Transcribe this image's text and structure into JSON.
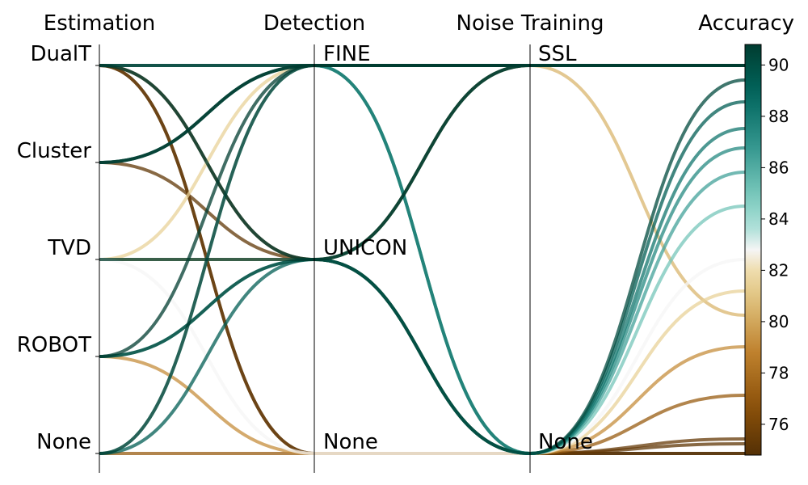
{
  "chart_data": {
    "type": "parallel_coordinates",
    "axes": [
      "Estimation",
      "Detection",
      "Noise Training",
      "Accuracy"
    ],
    "categories": {
      "Estimation": [
        "DualT",
        "Cluster",
        "TVD",
        "ROBOT",
        "None"
      ],
      "Detection": [
        "FINE",
        "UNICON",
        "None"
      ],
      "Noise Training": [
        "SSL",
        "None"
      ]
    },
    "accuracy_range": [
      74.8,
      90.8
    ],
    "colorbar": {
      "ticks": [
        76,
        78,
        80,
        82,
        84,
        86,
        88,
        90
      ],
      "colormap": "BrBG"
    },
    "records": [
      {
        "Estimation": "DualT",
        "Detection": "FINE",
        "Noise Training": "SSL",
        "Accuracy": 90.8
      },
      {
        "Estimation": "Cluster",
        "Detection": "FINE",
        "Noise Training": "SSL",
        "Accuracy": 90.8
      },
      {
        "Estimation": "Cluster",
        "Detection": "FINE",
        "Noise Training": "SSL",
        "Accuracy": 90.8
      },
      {
        "Estimation": "ROBOT",
        "Detection": "FINE",
        "Noise Training": "SSL",
        "Accuracy": 90.8
      },
      {
        "Estimation": "None",
        "Detection": "FINE",
        "Noise Training": "SSL",
        "Accuracy": 90.8
      },
      {
        "Estimation": "DualT",
        "Detection": "UNICON",
        "Noise Training": "SSL",
        "Accuracy": 90.8
      },
      {
        "Estimation": "TVD",
        "Detection": "UNICON",
        "Noise Training": "SSL",
        "Accuracy": 90.8
      },
      {
        "Estimation": "DualT",
        "Detection": "None",
        "Noise Training": "None",
        "Accuracy": 74.8
      },
      {
        "Estimation": "ROBOT",
        "Detection": "UNICON",
        "Noise Training": "None",
        "Accuracy": 90.2
      },
      {
        "Estimation": "None",
        "Detection": "UNICON",
        "Noise Training": "None",
        "Accuracy": 89.3
      },
      {
        "Estimation": "DualT",
        "Detection": "FINE",
        "Noise Training": "None",
        "Accuracy": 88.2
      },
      {
        "Estimation": "ROBOT",
        "Detection": "UNICON",
        "Noise Training": "None",
        "Accuracy": 87.4
      },
      {
        "Estimation": "Cluster",
        "Detection": "FINE",
        "Noise Training": "None",
        "Accuracy": 86.4
      },
      {
        "Estimation": "None",
        "Detection": "FINE",
        "Noise Training": "None",
        "Accuracy": 85.0
      },
      {
        "Estimation": "TVD",
        "Detection": "None",
        "Noise Training": "None",
        "Accuracy": 82.8
      },
      {
        "Estimation": "TVD",
        "Detection": "FINE",
        "Noise Training": "None",
        "Accuracy": 81.5
      },
      {
        "Estimation": "TVD",
        "Detection": "UNICON",
        "Noise Training": "SSL",
        "Accuracy": 80.5
      },
      {
        "Estimation": "ROBOT",
        "Detection": "None",
        "Noise Training": "None",
        "Accuracy": 79.2
      },
      {
        "Estimation": "None",
        "Detection": "None",
        "Noise Training": "None",
        "Accuracy": 77.2
      },
      {
        "Estimation": "DualT",
        "Detection": "None",
        "Noise Training": "None",
        "Accuracy": 75.4
      },
      {
        "Estimation": "Cluster",
        "Detection": "UNICON",
        "Noise Training": "None",
        "Accuracy": 75.2
      },
      {
        "Estimation": "DualT",
        "Detection": "UNICON",
        "Noise Training": "None",
        "Accuracy": 74.8
      }
    ]
  }
}
